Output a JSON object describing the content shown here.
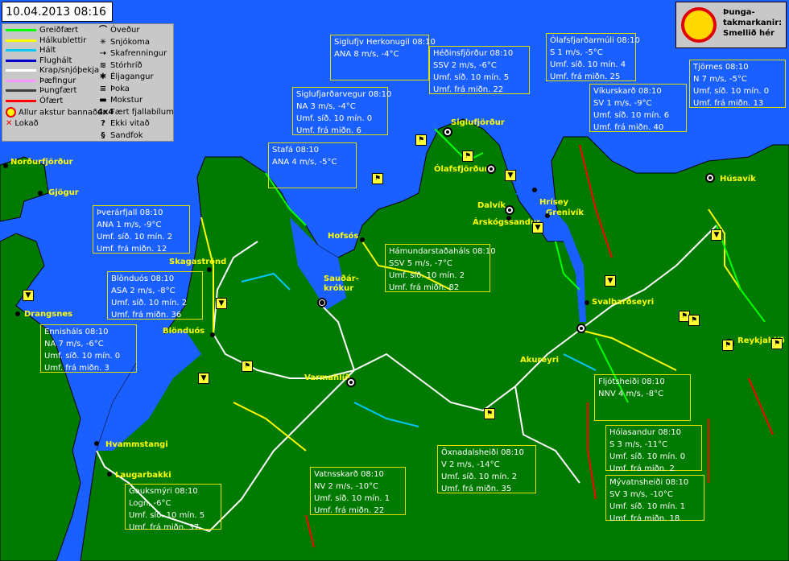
{
  "timestamp": "10.04.2013 08:16",
  "legend": {
    "lines": [
      {
        "label": "Greiðfært",
        "color": "#00ff00"
      },
      {
        "label": "Hálkublettir",
        "color": "#ffff00"
      },
      {
        "label": "Hált",
        "color": "#00c8ff"
      },
      {
        "label": "Flughált",
        "color": "#0000c8"
      },
      {
        "label": "Krap/snjóþekja",
        "color": "#ffffff"
      },
      {
        "label": "Þæfingur",
        "color": "#ff96ff"
      },
      {
        "label": "Þungfært",
        "color": "#404040"
      },
      {
        "label": "Ófært",
        "color": "#ff0000"
      }
    ],
    "closed": "Allur akstur bannaður",
    "locked": "Lokað",
    "symbols": [
      "Óveður",
      "Snjókoma",
      "Skafrenningur",
      "Stórhríð",
      "Éljagangur",
      "Þoka",
      "Mokstur",
      "Fært fjallabílum",
      "Ekki vitað",
      "Sandfok"
    ]
  },
  "restriction": {
    "line1": "Þunga-",
    "line2": "takmarkanir:",
    "line3": "Smellið hér"
  },
  "stations": [
    {
      "title": "Siglufjv Herkonugil 08:10",
      "lines": [
        "ANA 8 m/s, -4°C"
      ]
    },
    {
      "title": "Héðinsfjörður 08:10",
      "lines": [
        "SSV 2 m/s, -6°C",
        "Umf. síð. 10 mín. 5",
        "Umf. frá miðn. 22"
      ]
    },
    {
      "title": "Ólafsfjarðarmúli 08:10",
      "lines": [
        "S 1 m/s, -5°C",
        "Umf. síð. 10 mín. 4",
        "Umf. frá miðn. 25"
      ]
    },
    {
      "title": "Tjörnes 08:10",
      "lines": [
        "N 7 m/s, -5°C",
        "Umf. síð. 10 mín. 0",
        "Umf. frá miðn. 13"
      ]
    },
    {
      "title": "Siglufjarðarvegur 08:10",
      "lines": [
        "NA 3 m/s, -4°C",
        "Umf. síð. 10 mín. 0",
        "Umf. frá miðn. 6"
      ]
    },
    {
      "title": "Víkurskarð 08:10",
      "lines": [
        "SV 1 m/s, -9°C",
        "Umf. síð. 10 mín. 6",
        "Umf. frá miðn. 40"
      ]
    },
    {
      "title": "Stafá 08:10",
      "lines": [
        "ANA 4 m/s, -5°C"
      ]
    },
    {
      "title": "Þverárfjall 08:10",
      "lines": [
        "ANA 1 m/s, -9°C",
        "Umf. síð. 10 mín. 2",
        "Umf. frá miðn. 12"
      ]
    },
    {
      "title": "Hámundarstaðaháls 08:10",
      "lines": [
        "SSV 5 m/s, -7°C",
        "Umf. síð. 10 mín. 2",
        "Umf. frá miðn. 82"
      ]
    },
    {
      "title": "Blönduós 08:10",
      "lines": [
        "ASA 2 m/s, -8°C",
        "Umf. síð. 10 mín. 2",
        "Umf. frá miðn. 36"
      ]
    },
    {
      "title": "Ennisháls 08:10",
      "lines": [
        "NA 7 m/s, -6°C",
        "Umf. síð. 10 mín. 0",
        "Umf. frá miðn. 3"
      ]
    },
    {
      "title": "Fljótsheiði 08:10",
      "lines": [
        "NNV 4 m/s, -8°C"
      ]
    },
    {
      "title": "Hólasandur 08:10",
      "lines": [
        "S 3 m/s, -11°C",
        "Umf. síð. 10 mín. 0",
        "Umf. frá miðn. 2"
      ]
    },
    {
      "title": "Öxnadalsheiði 08:10",
      "lines": [
        "V 2 m/s, -14°C",
        "Umf. síð. 10 mín. 2",
        "Umf. frá miðn. 35"
      ]
    },
    {
      "title": "Vatnsskarð 08:10",
      "lines": [
        "NV 2 m/s, -10°C",
        "Umf. síð. 10 mín. 1",
        "Umf. frá miðn. 22"
      ]
    },
    {
      "title": "Mývatnsheiði 08:10",
      "lines": [
        "SV 3 m/s, -10°C",
        "Umf. síð. 10 mín. 1",
        "Umf. frá miðn. 18"
      ]
    },
    {
      "title": "Gauksmýri 08:10",
      "lines": [
        "Logn, -6°C",
        "Umf. síð. 10 mín. 5",
        "Umf. frá miðn. 37"
      ]
    }
  ],
  "towns": [
    "Norðurfjörður",
    "Gjögur",
    "Drangsnes",
    "Hvammstangi",
    "Laugarbakki",
    "Skagaströnd",
    "Blönduós",
    "Sauðár-",
    "krókur",
    "Hofsós",
    "Varmahlíð",
    "Siglufjörður",
    "Ólafsfjörður",
    "Dalvík",
    "Hrísey",
    "Árskógssandur",
    "Grenivík",
    "Svalbarðseyri",
    "Akureyri",
    "Húsavík",
    "Reykjahlíð"
  ]
}
